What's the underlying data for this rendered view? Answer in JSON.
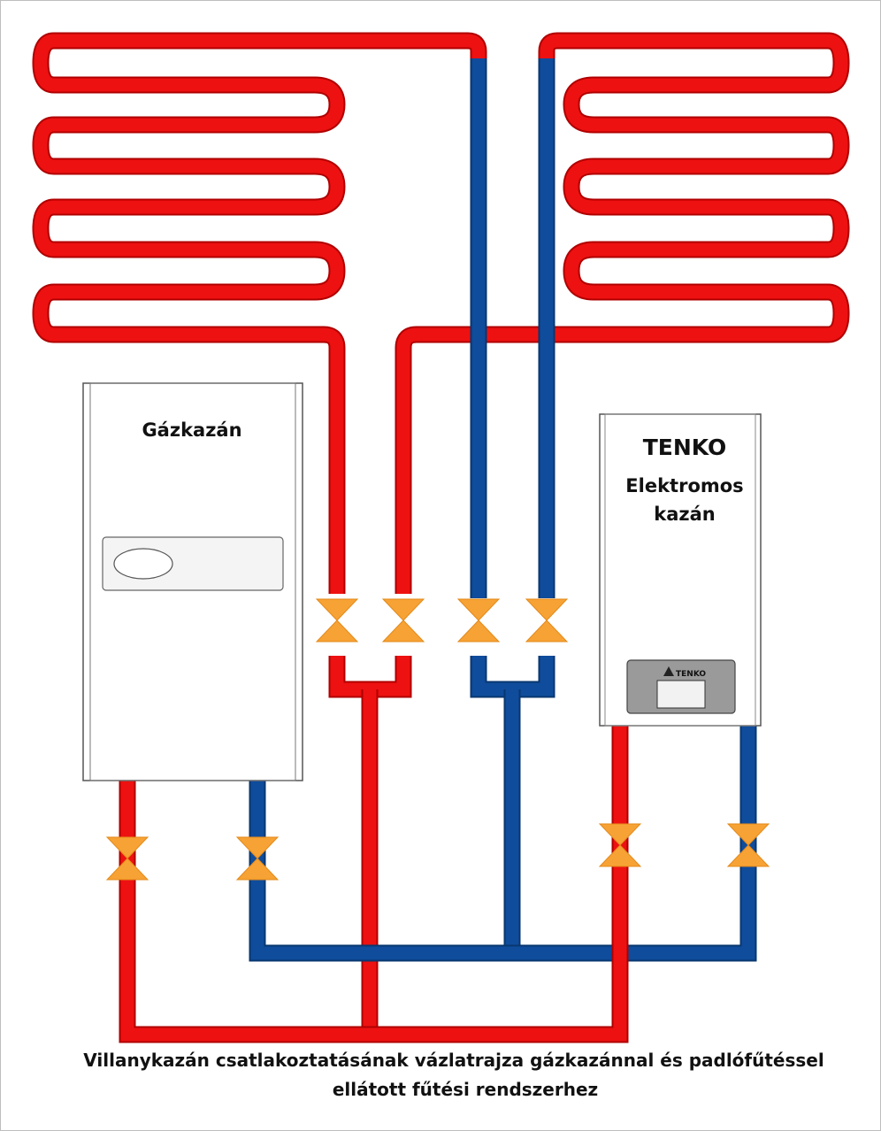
{
  "gas_boiler": {
    "label": "Gázkazán"
  },
  "electric_boiler": {
    "brand": "TENKO",
    "type_line1": "Elektromos",
    "type_line2": "kazán",
    "panel_logo": "TENKO"
  },
  "caption": {
    "line1": "Villanykazán csatlakoztatásának vázlatrajza gázkazánnal és padlófűtéssel",
    "line2": "ellátott fűtési rendszerhez"
  },
  "colors": {
    "supply_pipe": "#ee1111",
    "return_pipe": "#0f4c9c",
    "valve": "#f7a234",
    "boiler_outline": "#555555"
  },
  "icons": [
    "ball-valve-icon",
    "boiler-display-icon"
  ]
}
